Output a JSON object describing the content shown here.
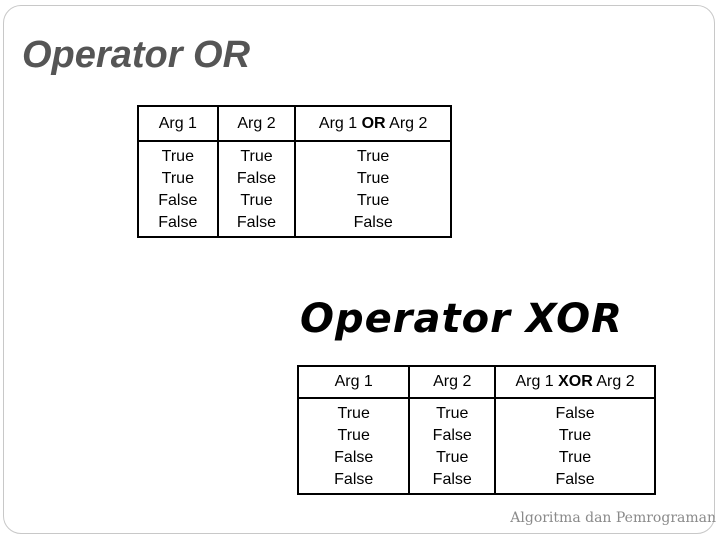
{
  "or_section": {
    "title": "Operator OR",
    "headers": [
      "Arg 1",
      "Arg 2",
      "Arg 1 ",
      "OR",
      " Arg 2"
    ],
    "arg1": [
      "True",
      "True",
      "False",
      "False"
    ],
    "arg2": [
      "True",
      "False",
      "True",
      "False"
    ],
    "result": [
      "True",
      "True",
      "True",
      "False"
    ]
  },
  "xor_section": {
    "title": "Operator XOR",
    "headers": [
      "Arg 1",
      "Arg 2",
      "Arg 1 ",
      "XOR",
      " Arg 2"
    ],
    "arg1": [
      "True",
      "True",
      "False",
      "False"
    ],
    "arg2": [
      "True",
      "False",
      "True",
      "False"
    ],
    "result": [
      "False",
      "True",
      "True",
      "False"
    ]
  },
  "footer": "Algoritma dan Pemrograman"
}
